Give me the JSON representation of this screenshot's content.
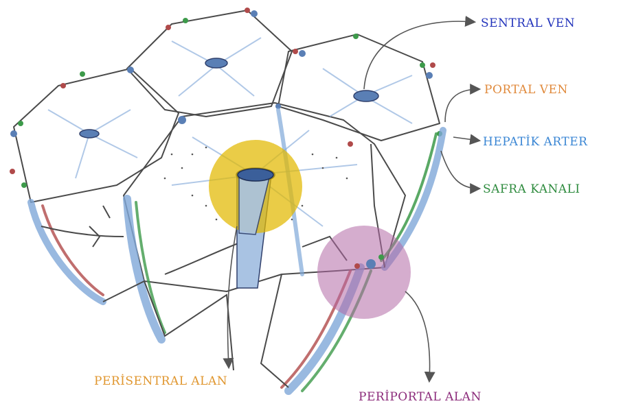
{
  "labels": {
    "sentral_ven": "SENTRAL VEN",
    "portal_ven": "PORTAL VEN",
    "hepatik_arter": "HEPATİK ARTER",
    "safra_kanali": "SAFRA KANALI",
    "perisentral_alan": "PERİSENTRAL ALAN",
    "periportal_alan": "PERİPORTAL ALAN"
  },
  "colors": {
    "sentral_ven": "#2233bb",
    "portal_ven": "#e08a3c",
    "hepatik_arter": "#3a86d4",
    "safra_kanali": "#2e8b3e",
    "perisentral_alan": "#e0962e",
    "periportal_alan": "#8b2a7a",
    "perisentral_zone_fill": "#e2b800",
    "periportal_zone_fill": "#b36aa5",
    "sketch_line": "#4a4a4a",
    "vessel_blue": "#7fa8d8",
    "vessel_red": "#b04a4a",
    "vessel_green": "#3d9a4a",
    "arrow": "#555555"
  }
}
